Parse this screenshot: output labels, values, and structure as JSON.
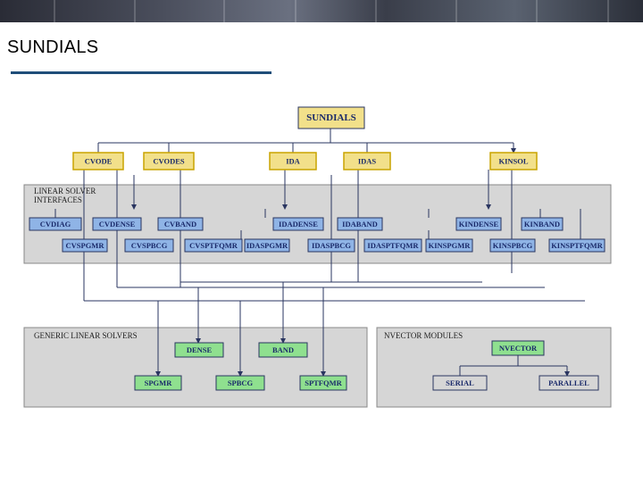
{
  "slide": {
    "title": "SUNDIALS"
  },
  "diagram": {
    "root": "SUNDIALS",
    "packages": [
      "CVODE",
      "CVODES",
      "IDA",
      "IDAS",
      "KINSOL"
    ],
    "linear_solver_interfaces": {
      "title_line1": "LINEAR SOLVER",
      "title_line2": "INTERFACES",
      "row1": [
        "CVDIAG",
        "CVDENSE",
        "CVBAND",
        "IDADENSE",
        "IDABAND",
        "KINDENSE",
        "KINBAND"
      ],
      "row2": [
        "CVSPGMR",
        "CVSPBCG",
        "CVSPTFQMR",
        "IDASPGMR",
        "IDASPBCG",
        "IDASPTFQMR",
        "KINSPGMR",
        "KINSPBCG",
        "KINSPTFQMR"
      ]
    },
    "generic_linear_solvers": {
      "title": "GENERIC LINEAR SOLVERS",
      "direct": [
        "DENSE",
        "BAND"
      ],
      "iterative": [
        "SPGMR",
        "SPBCG",
        "SPTFQMR"
      ]
    },
    "nvector_modules": {
      "title": "NVECTOR MODULES",
      "root": "NVECTOR",
      "implementations": [
        "SERIAL",
        "PARALLEL"
      ]
    },
    "colors": {
      "package_fill": "#f2e08a",
      "interface_fill": "#8fb4e6",
      "solver_fill": "#8fe08f",
      "panel_fill": "#d6d6d6",
      "line": "#2a3560",
      "rule": "#1f4e79"
    }
  }
}
